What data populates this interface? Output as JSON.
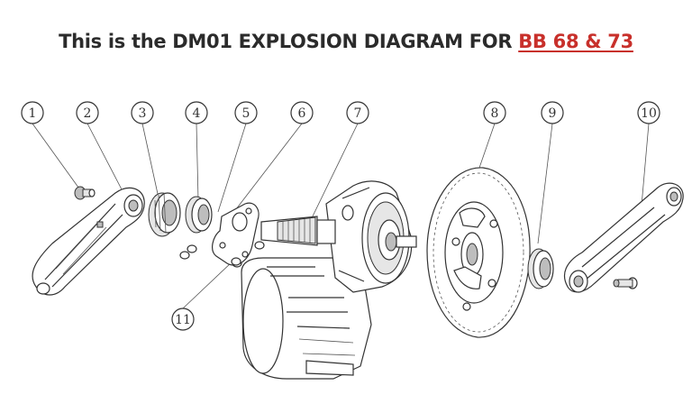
{
  "title": {
    "prefix": "This is the DM01 EXPLOSION DIAGRAM FOR ",
    "link_text": "BB 68 & 73",
    "link_color": "#c8302b",
    "text_color": "#2b2b2b"
  },
  "callouts": [
    "1",
    "2",
    "3",
    "4",
    "5",
    "6",
    "7",
    "8",
    "9",
    "10",
    "11"
  ]
}
